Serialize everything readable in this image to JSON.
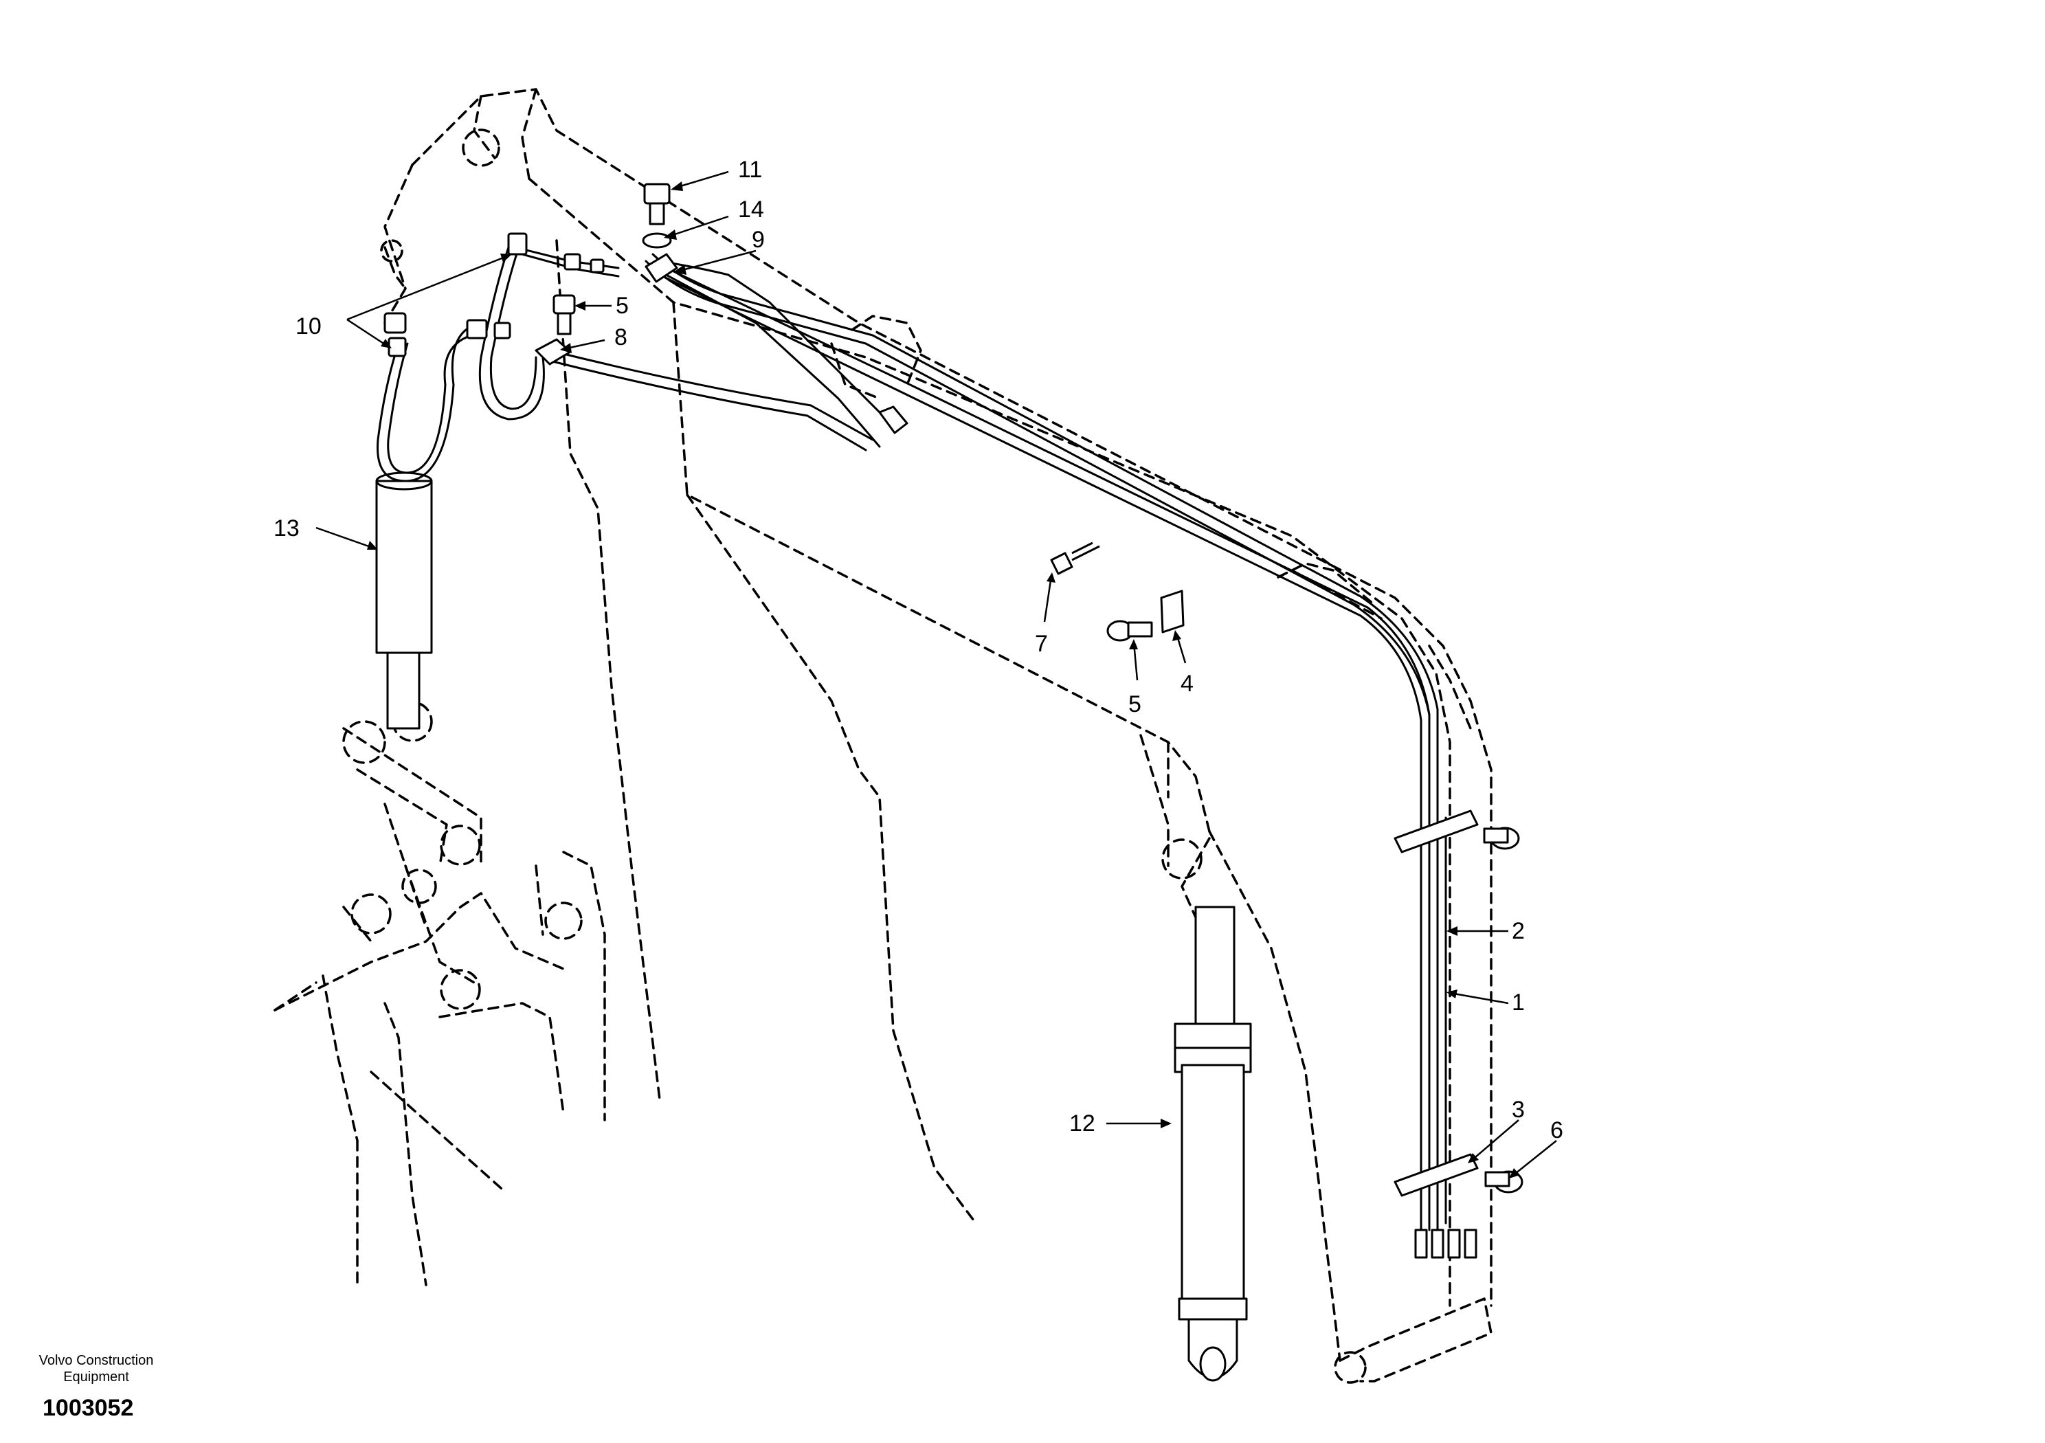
{
  "footer": {
    "brand_line1": "Volvo Construction",
    "brand_line2": "Equipment",
    "document_number": "1003052"
  },
  "callouts": {
    "c1": "1",
    "c2": "2",
    "c3": "3",
    "c4": "4",
    "c5a": "5",
    "c5b": "5",
    "c6": "6",
    "c7": "7",
    "c8": "8",
    "c9": "9",
    "c10": "10",
    "c11": "11",
    "c12": "12",
    "c13": "13",
    "c14": "14"
  },
  "colors": {
    "line": "#000000",
    "background": "#ffffff"
  }
}
